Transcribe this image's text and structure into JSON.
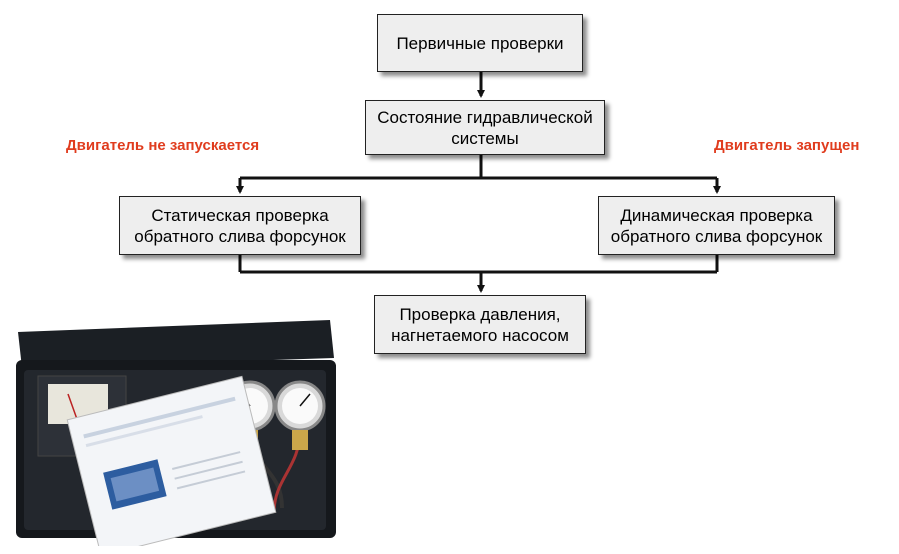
{
  "nodes": {
    "primary_checks": "Первичные проверки",
    "hydraulic_state": "Состояние гидравлической системы",
    "static_check": "Статическая проверка обратного слива форсунок",
    "dynamic_check": "Динамическая проверка обратного слива форсунок",
    "pump_pressure": "Проверка давления, нагнетаемого насосом"
  },
  "labels": {
    "engine_not_starting": "Двигатель не запускается",
    "engine_running": "Двигатель запущен"
  },
  "colors": {
    "label_accent": "#e03c1e",
    "box_fill": "#eeeeee",
    "connector": "#111111"
  }
}
